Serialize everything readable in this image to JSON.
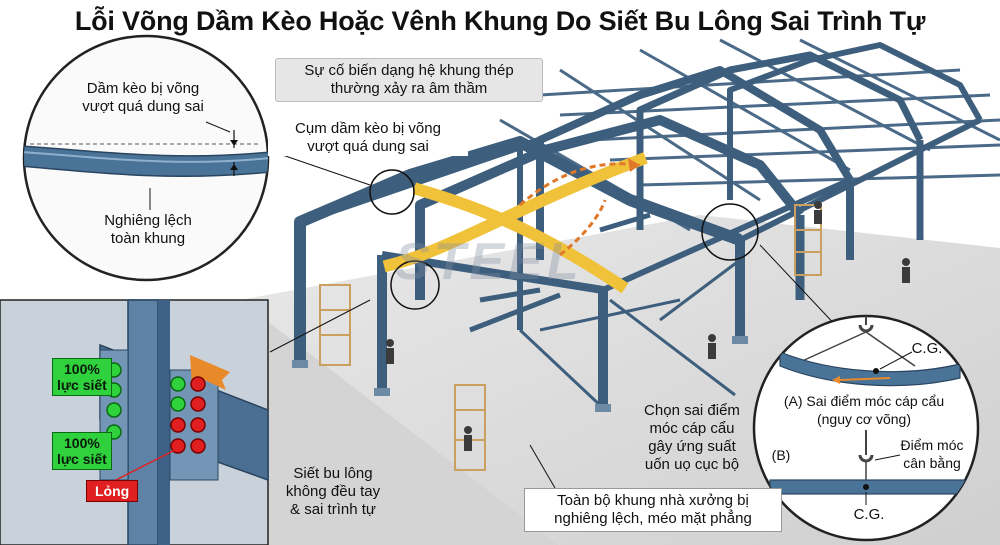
{
  "title": "Lỗi Võng Dầm Kèo Hoặc Vênh Khung Do Siết Bu Lông Sai Trình Tự",
  "watermark": "STEEL",
  "colors": {
    "steel": "#3d5f7d",
    "steel_dark": "#2a4560",
    "highlight_beam": "#f0c23a",
    "tight_bolt": "#2fd13c",
    "loose_bolt": "#e02020",
    "ground": "#d9d9d9"
  },
  "labels": {
    "callout_sag_line1": "Dầm kèo bị võng",
    "callout_sag_line2": "vượt quá dung sai",
    "callout_tilt_line1": "Nghiêng lệch",
    "callout_tilt_line2": "toàn khung",
    "header_note_line1": "Sự cố biến dạng hệ khung thép",
    "header_note_line2": "thường xảy ra âm thầm",
    "truss_note_line1": "Cụm dầm kèo bị võng",
    "truss_note_line2": "vượt quá dung sai",
    "bolt_tight_1_line1": "100%",
    "bolt_tight_1_line2": "lực siết",
    "bolt_tight_2_line1": "100%",
    "bolt_tight_2_line2": "lực siết",
    "bolt_loose": "Lỏng",
    "bolt_note_line1": "Siết bu lông",
    "bolt_note_line2": "không đều tay",
    "bolt_note_line3": "& sai trình tự",
    "lift_note_line1": "Chọn sai điểm",
    "lift_note_line2": "móc cáp cẩu",
    "lift_note_line3": "gây ứng suất",
    "lift_note_line4": "uốn uọ cục bộ",
    "frame_note_line1": "Toàn bộ khung nhà xưởng bị",
    "frame_note_line2": "nghiêng lệch, méo mặt phẳng",
    "cg_top": "C.G.",
    "case_a_line1": "(A) Sai điểm móc cáp cẩu",
    "case_a_line2": "(nguy cơ võng)",
    "case_b": "(B)",
    "balance_line1": "Điểm móc",
    "balance_line2": "cân bằng",
    "cg_bottom": "C.G."
  }
}
